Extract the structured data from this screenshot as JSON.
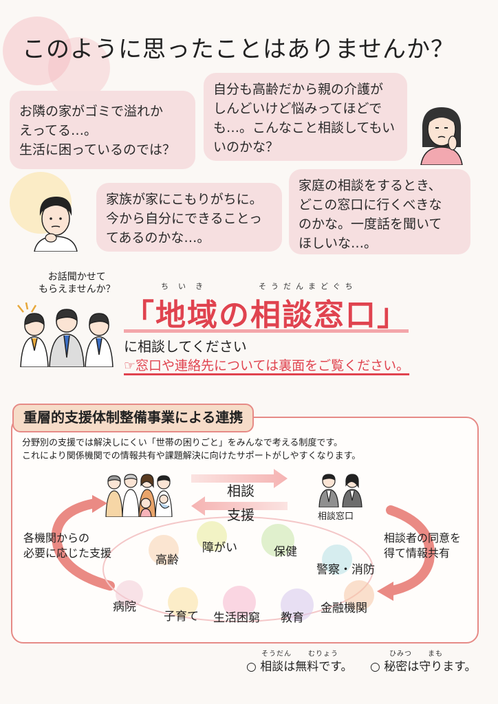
{
  "header": {
    "title": "このように思ったことはありませんか？"
  },
  "bubbles": {
    "neighbor": [
      "お隣の家がゴミで溢れか",
      "えってる…。",
      "生活に困っているのでは？"
    ],
    "elderly": [
      "自分も高齢だから親の介護が",
      "しんどいけど悩みってほどで",
      "も…。こんなこと相談してもい",
      "いのかな？"
    ],
    "family": [
      "家族が家にこもりがちに。",
      "今から自分にできることっ",
      "てあるのかな…。"
    ],
    "where": [
      "家庭の相談をするとき、",
      "どこの窓口に行くべきな",
      "のかな。一度話を聞いて",
      "ほしいな…。"
    ]
  },
  "cta": {
    "speech": [
      "お話聞かせて",
      "もらえませんか？"
    ],
    "ruby_left": "ちいき",
    "ruby_right": "そうだんまどぐち",
    "main_title": "「地域の相談窓口」",
    "subtitle": "に相談してください",
    "note": "☞窓口や連絡先については裏面をご覧ください。"
  },
  "section": {
    "title": "重層的支援体制整備事業による連携",
    "description": [
      "分野別の支援では解決しにくい「世帯の困りごと」をみんなで考える制度です。",
      "これにより関係機関での情報共有や課題解決に向けたサポートがしやすくなります。"
    ],
    "arrow_consult": "相談",
    "arrow_support": "支援",
    "counter_label": "相談窓口",
    "left_label": [
      "各機関からの",
      "必要に応じた支援"
    ],
    "right_label": [
      "相談者の同意を",
      "得て情報共有"
    ],
    "agencies": [
      "高齢",
      "障がい",
      "保健",
      "警察・消防",
      "病院",
      "子育て",
      "生活困窮",
      "教育",
      "金融機関"
    ]
  },
  "footer": {
    "ruby_free_1": "そうだん",
    "ruby_free_2": "むりょう",
    "ruby_secret_1": "ひみつ",
    "ruby_secret_2": "まも",
    "free": "○ 相談は無料です。",
    "secret": "○ 秘密は守ります。"
  },
  "colors": {
    "accent": "#e0434f",
    "bubble": "#f6dfe0",
    "border": "#e68a86",
    "tag": "#f6dcc8"
  }
}
